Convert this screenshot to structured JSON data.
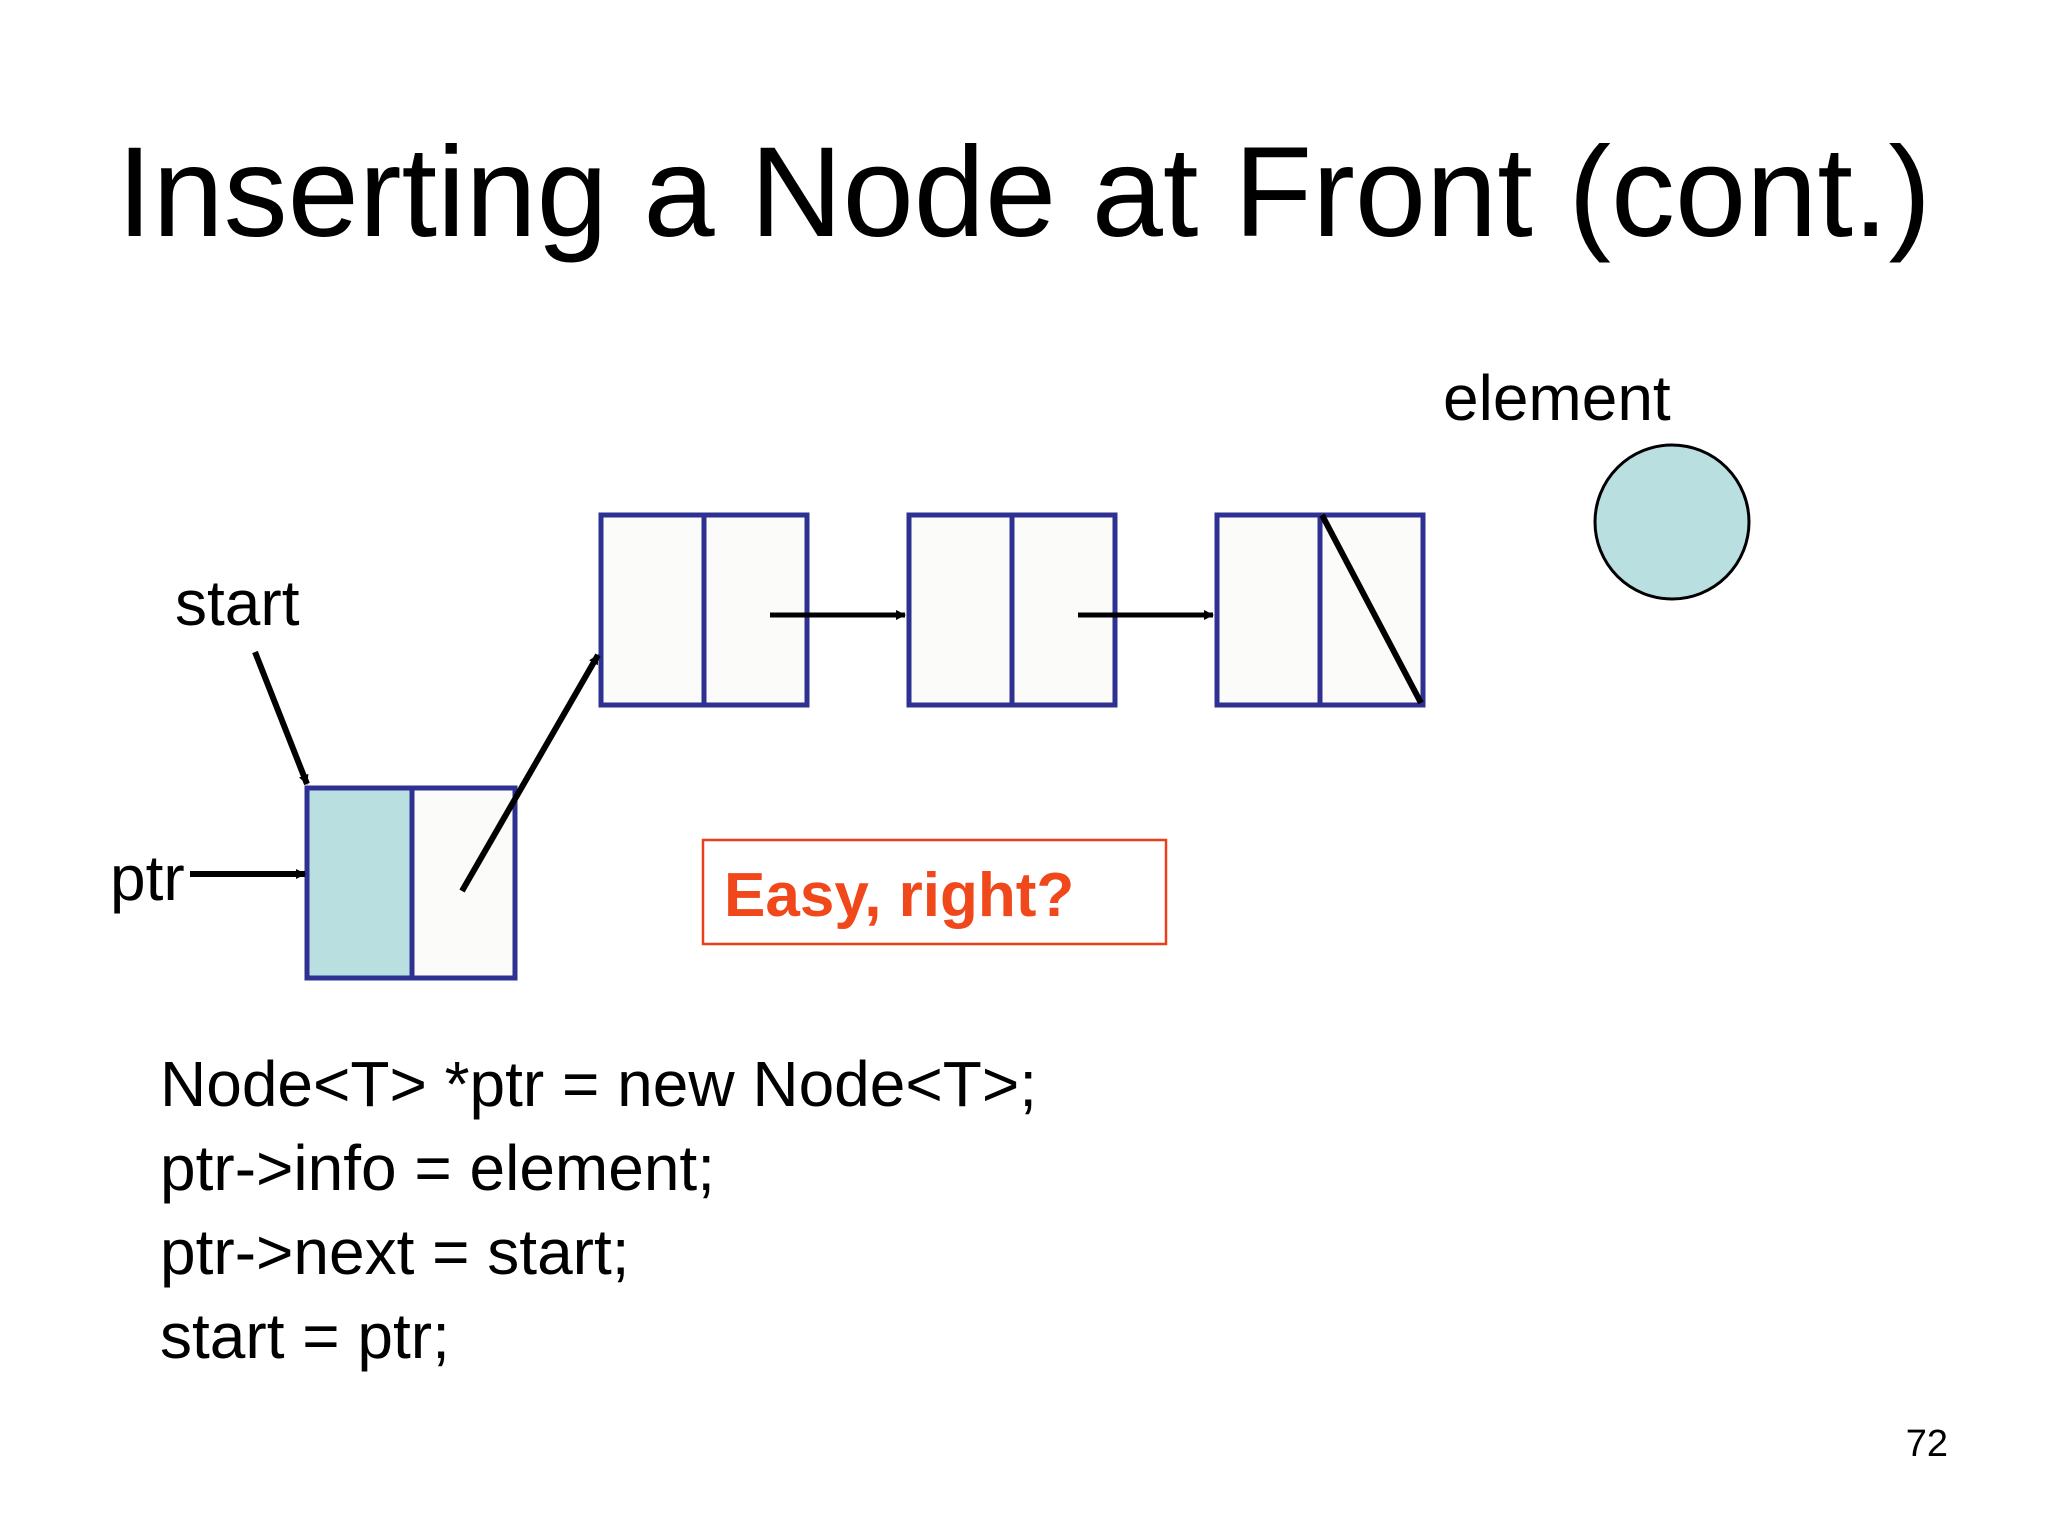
{
  "slide": {
    "title": "Inserting a Node at Front (cont.)",
    "page_number": "72"
  },
  "diagram": {
    "labels": {
      "start": "start",
      "ptr": "ptr",
      "element": "element"
    },
    "callout": "Easy, right?"
  },
  "code": {
    "lines": [
      "Node<T> *ptr = new Node<T>;",
      "ptr->info = element;",
      "ptr->next = start;",
      "start = ptr;"
    ]
  },
  "colors": {
    "node_border": "#2e3192",
    "node_fill": "#fbfcfa",
    "highlight_fill": "#b9dfe1",
    "callout_text": "#f0471b",
    "callout_border": "#e8401a",
    "text": "#000000"
  }
}
